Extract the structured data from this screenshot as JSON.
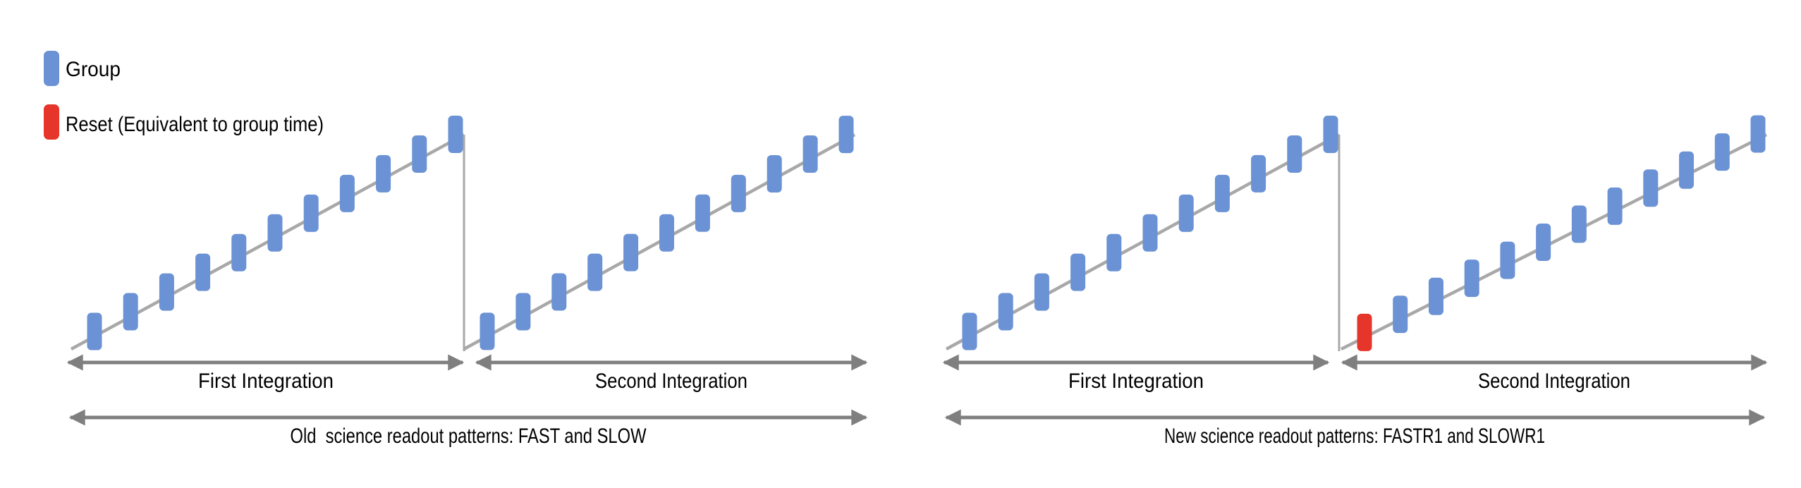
{
  "figure": {
    "legend": {
      "items": [
        {
          "id": "group",
          "label": "Group",
          "color": "#6b92d4"
        },
        {
          "id": "reset",
          "label": "Reset (Equivalent to group time)",
          "color": "#e6352a"
        }
      ]
    },
    "diagrams": [
      {
        "id": "old-patterns",
        "caption": "Old  science readout patterns: FAST and SLOW",
        "integrations": [
          {
            "label": "First Integration",
            "groups": 11,
            "starts_with_reset": false
          },
          {
            "label": "Second Integration",
            "groups": 11,
            "starts_with_reset": false
          }
        ]
      },
      {
        "id": "new-patterns",
        "caption": "New science readout patterns: FASTR1 and SLOWR1",
        "integrations": [
          {
            "label": "First Integration",
            "groups": 11,
            "starts_with_reset": false
          },
          {
            "label": "Second Integration",
            "groups": 11,
            "starts_with_reset": true
          }
        ]
      }
    ],
    "colors": {
      "group_marker": "#6b92d4",
      "reset_marker": "#e6352a",
      "ramp_line": "#a8a8a8",
      "arrow": "#7f7f7f",
      "text": "#000000",
      "background": "#ffffff"
    }
  }
}
